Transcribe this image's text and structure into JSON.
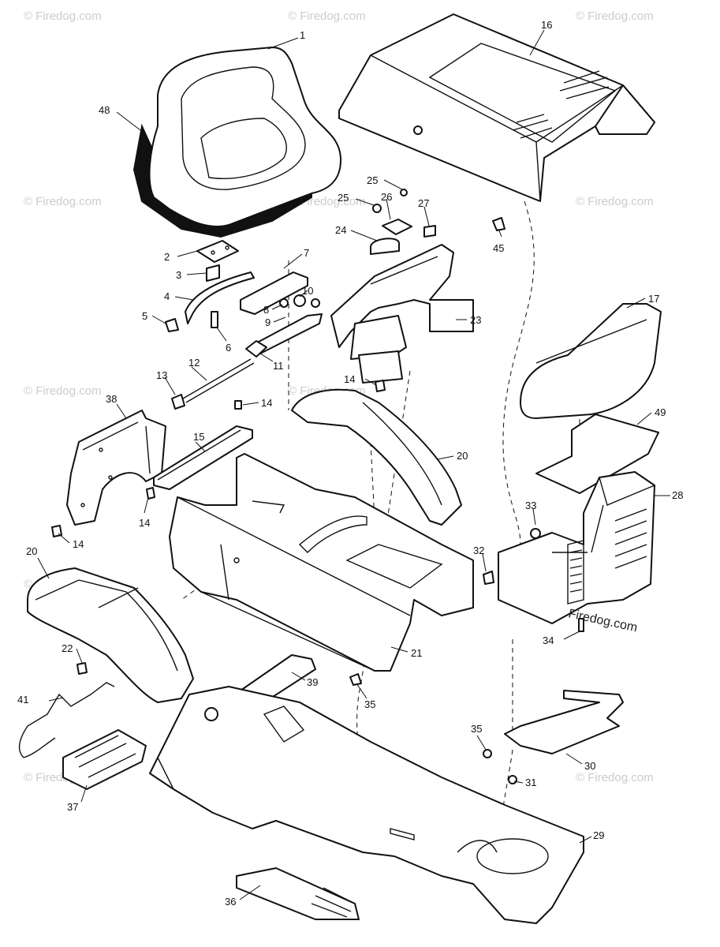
{
  "watermark": {
    "text": "© Firedog.com",
    "overlay_text": "Firedog.com",
    "color": "#cccccc"
  },
  "callouts": {
    "c1": "1",
    "c2": "2",
    "c3": "3",
    "c4": "4",
    "c5": "5",
    "c6": "6",
    "c7": "7",
    "c8": "8",
    "c9": "9",
    "c10": "10",
    "c11": "11",
    "c12": "12",
    "c13": "13",
    "c14a": "14",
    "c14b": "14",
    "c14c": "14",
    "c14d": "14",
    "c15": "15",
    "c16": "16",
    "c17": "17",
    "c20a": "20",
    "c20b": "20",
    "c21": "21",
    "c22": "22",
    "c23": "23",
    "c24": "24",
    "c25a": "25",
    "c25b": "25",
    "c26": "26",
    "c27": "27",
    "c28": "28",
    "c29": "29",
    "c30": "30",
    "c31": "31",
    "c32": "32",
    "c33": "33",
    "c34": "34",
    "c35a": "35",
    "c35b": "35",
    "c36": "36",
    "c37": "37",
    "c38": "38",
    "c39": "39",
    "c41": "41",
    "c45": "45",
    "c48": "48",
    "c49": "49"
  }
}
